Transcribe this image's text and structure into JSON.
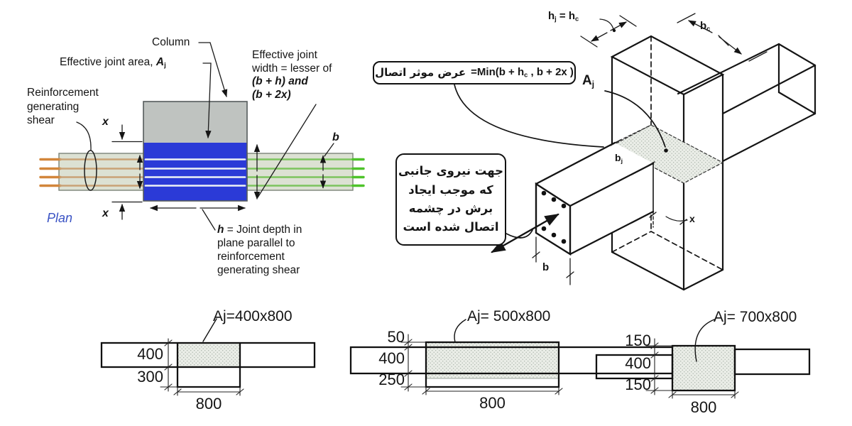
{
  "colors": {
    "joint_blue": "#2b3ad7",
    "column_gray": "#bfc3c0",
    "beam_green_gray": "#dce1d3",
    "rebar_orange": "#d2863b",
    "rebar_orange_inside": "#c9a276",
    "rebar_green": "#4ec32a",
    "rebar_green_inside": "#7cc45e",
    "rebar_white": "#eef1f5",
    "plan_text_blue": "#3a53c4",
    "line_black": "#161616"
  },
  "plan": {
    "column_label": "Column",
    "eff_area": {
      "text": "Effective joint area, ",
      "var": "A",
      "sub": "j"
    },
    "eff_width_lines": [
      "Effective joint",
      "width = lesser of",
      "(b + h) and",
      "(b + 2x)"
    ],
    "reinforcement_lines": [
      "Reinforcement",
      "generating",
      "shear"
    ],
    "x_top": "x",
    "x_bottom": "x",
    "b_label": "b",
    "plan_caption": "Plan",
    "h_note": {
      "var": "h",
      "line1": " = Joint depth in",
      "lines": [
        "plane parallel to",
        "reinforcement",
        "generating shear"
      ]
    }
  },
  "iso": {
    "eq_box": {
      "persian": "عرض موثر اتصال",
      "eq1": "=Min(b + h",
      "eq_sub": "c",
      "eq2": " , b + 2x )"
    },
    "force_lines": [
      "جهت نیروی جانبی",
      "که موجب ایجاد",
      "برش در چشمه",
      "اتصال شده است"
    ],
    "hj": {
      "b1": "h",
      "s1": "j",
      "b2": " = h",
      "s2": "c"
    },
    "bc": {
      "b": "b",
      "s": "c"
    },
    "aj": {
      "b": "A",
      "s": "j"
    },
    "bj": {
      "b": "b",
      "s": "j"
    },
    "x_label": "x",
    "b_label": "b"
  },
  "examples": [
    {
      "title": "Aj=400x800",
      "dims": [
        "400",
        "300",
        "800"
      ]
    },
    {
      "title": "Aj= 500x800",
      "dims": [
        "50",
        "400",
        "250",
        "800"
      ]
    },
    {
      "title": "Aj= 700x800",
      "dims": [
        "150",
        "400",
        "150",
        "800"
      ]
    }
  ]
}
